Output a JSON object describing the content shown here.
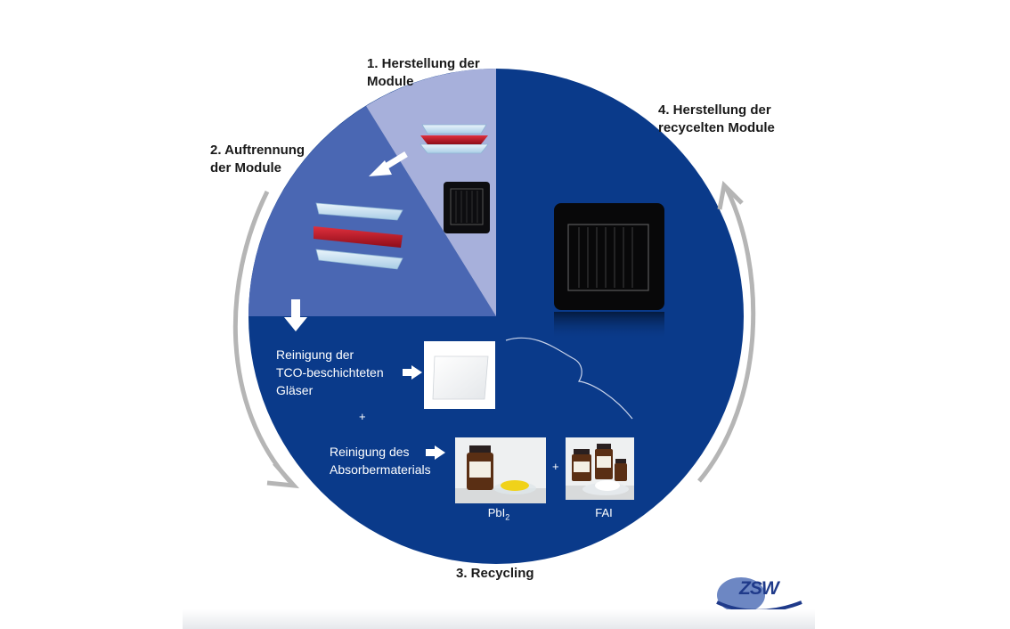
{
  "diagram": {
    "steps": {
      "step1_line1": "1. Herstellung der",
      "step1_line2": "Module",
      "step2_line1": "2. Auftrennung",
      "step2_line2": "der Module",
      "step3": "3. Recycling",
      "step4_line1": "4. Herstellung der",
      "step4_line2": "recycelten Module"
    },
    "recycling": {
      "glass_line1": "Reinigung der",
      "glass_line2": "TCO-beschichteten",
      "glass_line3": "Gläser",
      "absorber_line1": "Reinigung des",
      "absorber_line2": "Absorbermaterials",
      "plus": "+",
      "pbi_caption": "PbI",
      "pbi_subscript": "2",
      "fai_caption": "FAI"
    },
    "logo_text": "ZSW",
    "colors": {
      "dark_blue": "#0a3a8a",
      "mid_blue": "#4a67b3",
      "light_blue": "#a7b0db",
      "arrow_gray": "#b5b5b5",
      "red_layer": "#c0152a"
    }
  }
}
